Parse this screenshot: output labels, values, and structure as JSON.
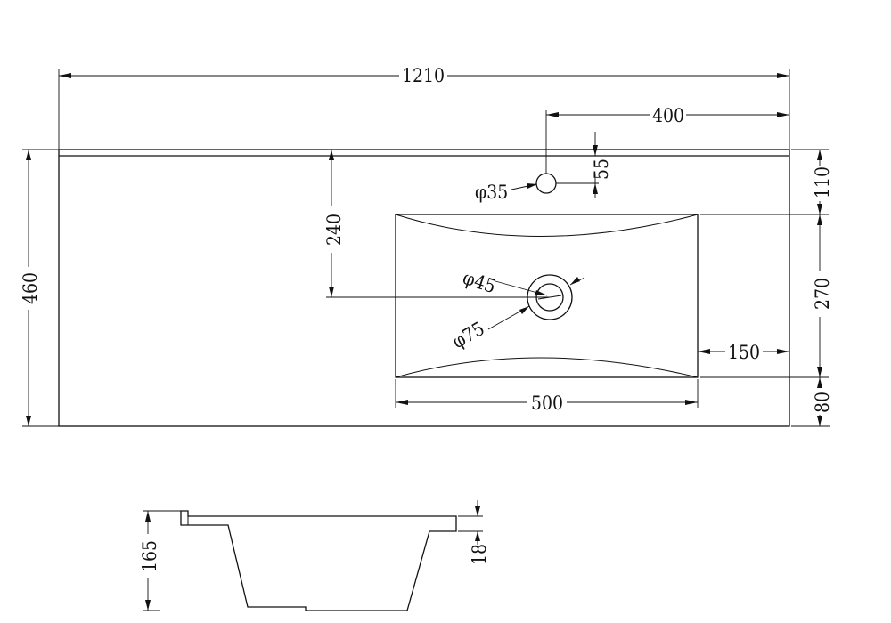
{
  "colors": {
    "line": "#111111",
    "background": "#ffffff"
  },
  "dimensions": {
    "overall_length": "1210",
    "overall_depth": "460",
    "tap_offset_right": "400",
    "tap_offset_back": "55",
    "tap_hole": "φ35",
    "basin_depth_offset": "110",
    "drain_offset": "240",
    "drain_hole": "φ45",
    "drain_outer": "φ75",
    "basin_depth": "270",
    "basin_right_margin": "150",
    "basin_width": "500",
    "front_margin": "80",
    "section_height": "165",
    "slab_thickness": "18"
  }
}
